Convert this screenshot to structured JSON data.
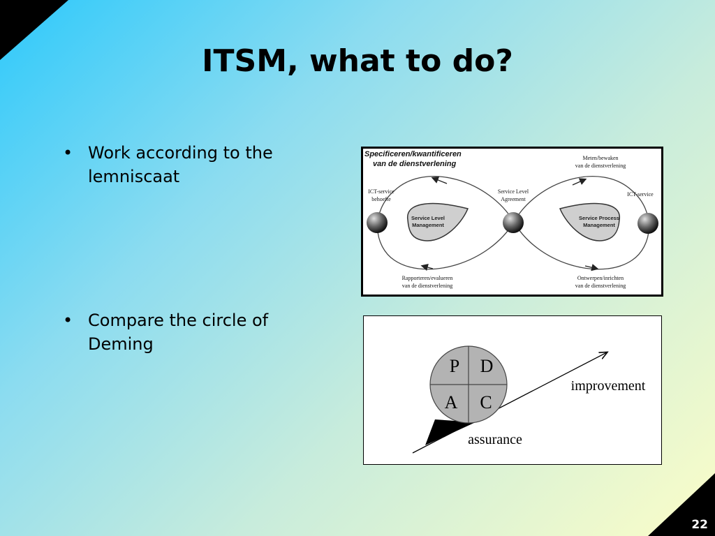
{
  "slide": {
    "title": "ITSM, what to do?",
    "number": "22"
  },
  "bullets": [
    {
      "symbol": "•",
      "text": "Work according to the\nlemniscaat"
    },
    {
      "symbol": "•",
      "text": "Compare the circle of\nDeming"
    }
  ],
  "lemniscaat": {
    "top_title_line1": "Specificeren/kwantificeren",
    "top_title_line2": "van de dienstverlening",
    "meten_line1": "Meten/bewaken",
    "meten_line2": "van de dienstverlening",
    "ict_need_line1": "ICT-service",
    "ict_need_line2": "behoefte",
    "sla_line1": "Service Level",
    "sla_line2": "Agreement",
    "ict_service": "ICT-service",
    "slm_line1": "Service Level",
    "slm_line2": "Management",
    "spm_line1": "Service Process",
    "spm_line2": "Management",
    "rapport_line1": "Rapporteren/evalueren",
    "rapport_line2": "van de dienstverlening",
    "ontwerp_line1": "Ontwerpen/inrichten",
    "ontwerp_line2": "van de dienstverlening"
  },
  "deming": {
    "p": "P",
    "d": "D",
    "a": "A",
    "c": "C",
    "improvement": "improvement",
    "assurance": "assurance"
  }
}
